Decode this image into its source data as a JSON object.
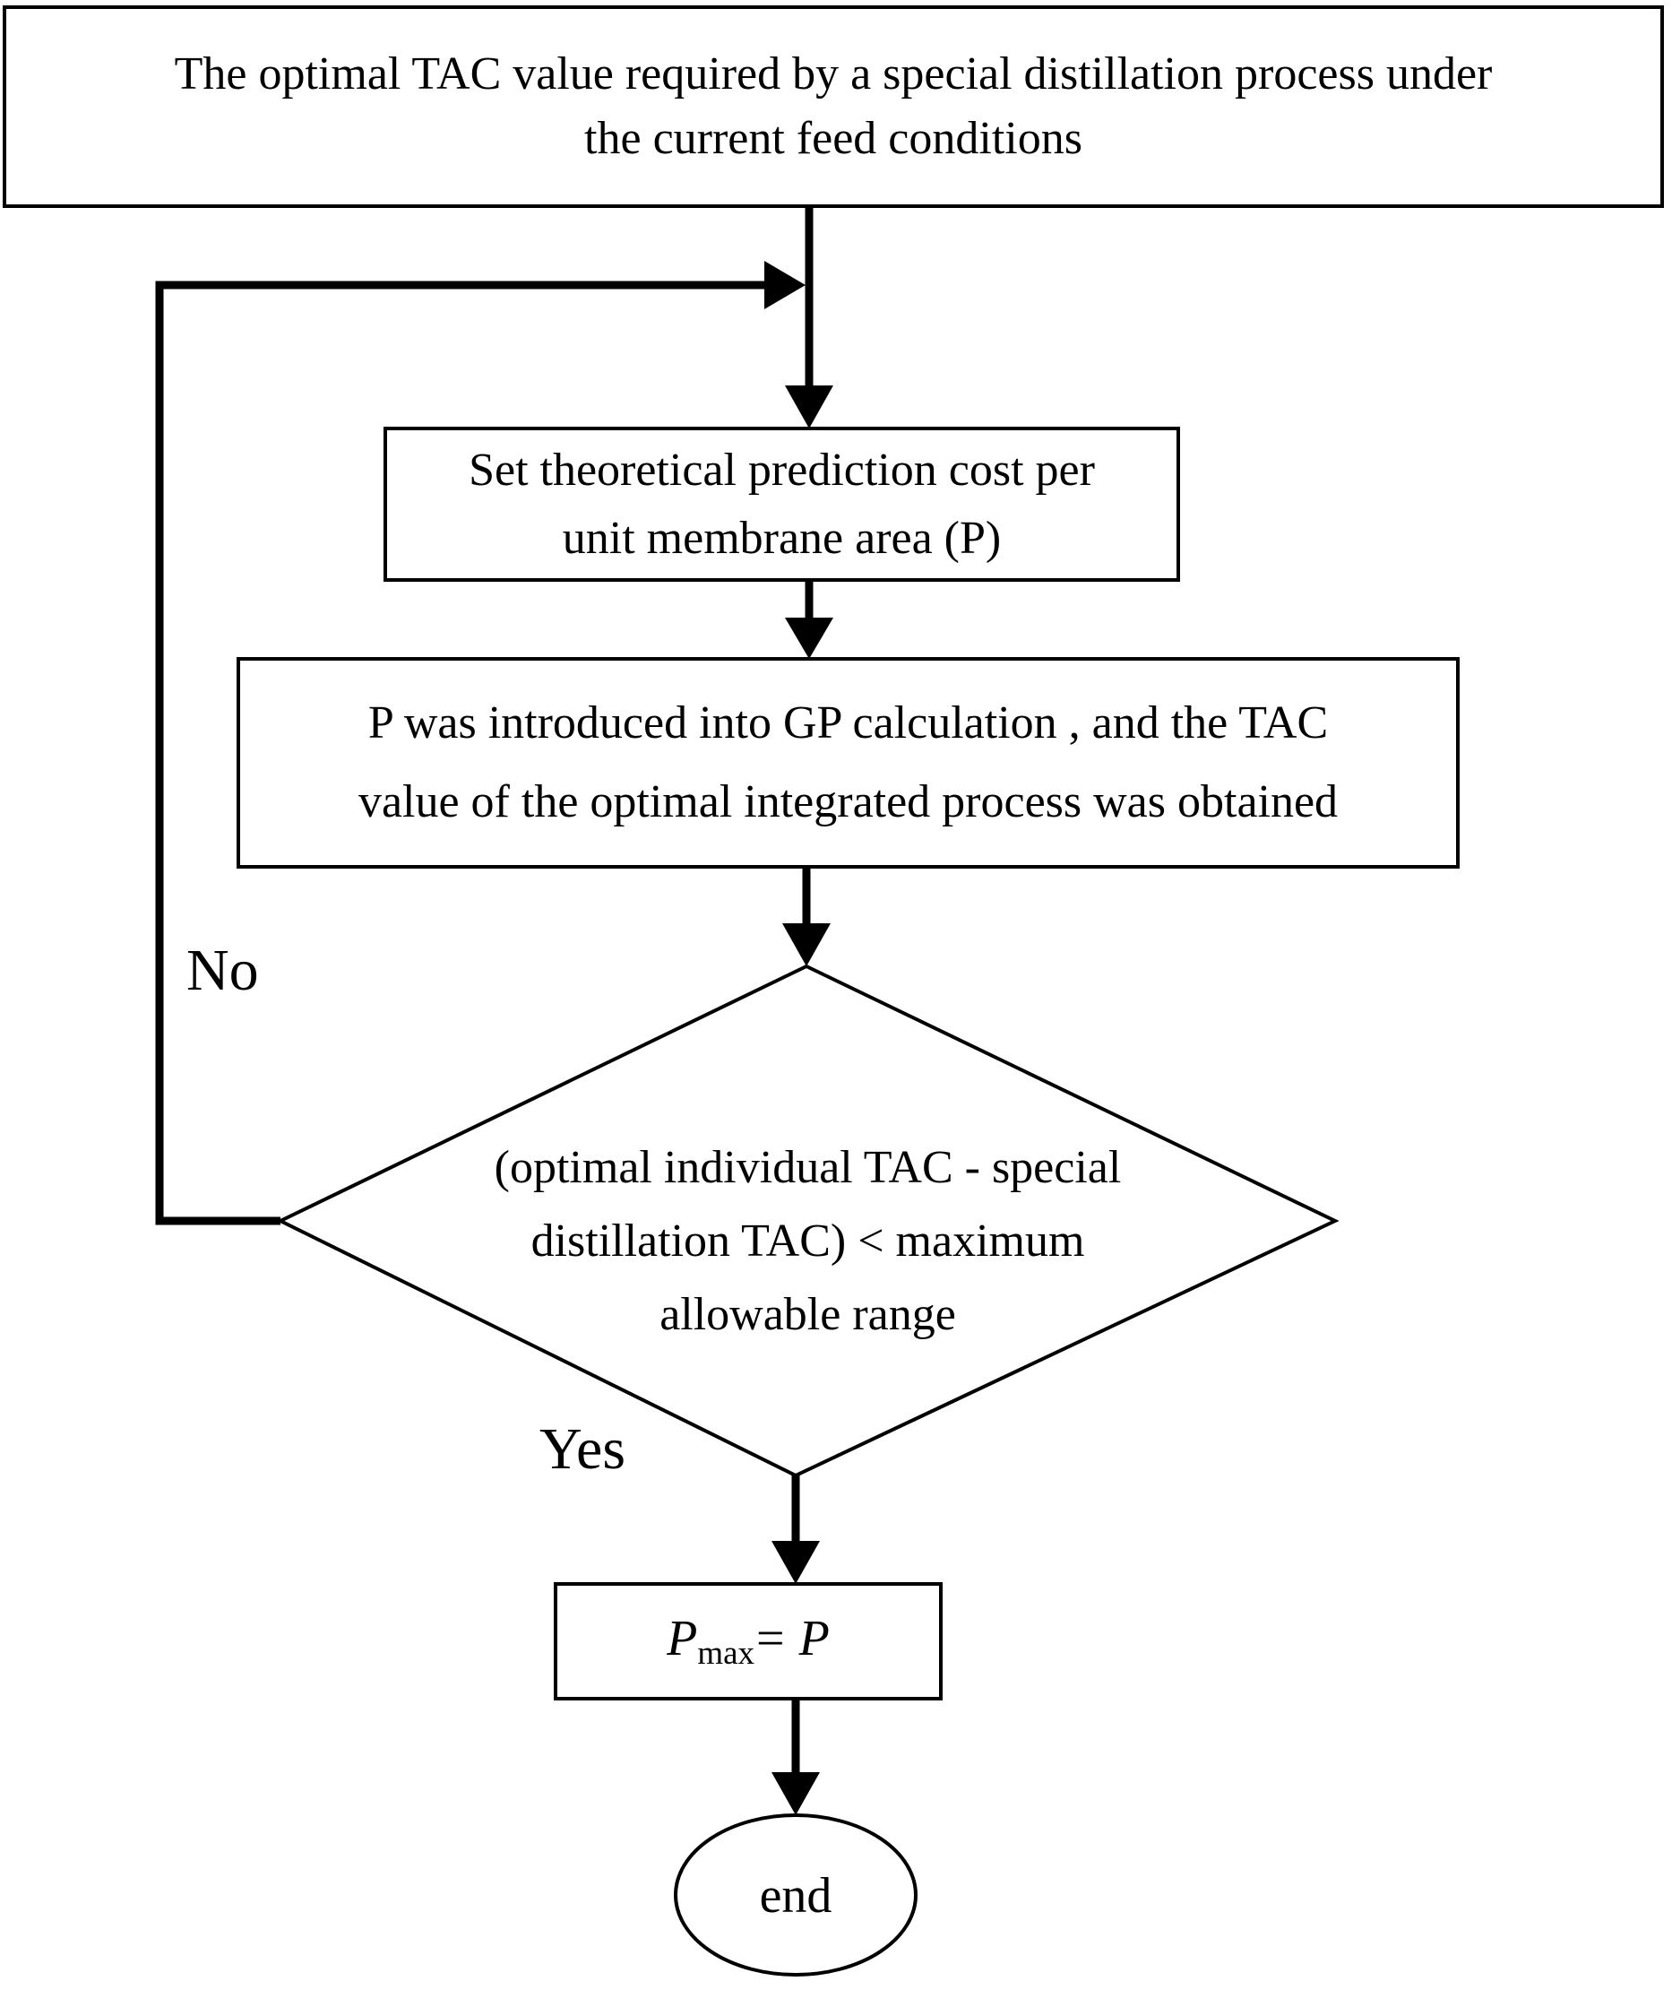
{
  "figure": {
    "type": "flowchart",
    "background_color": "#ffffff",
    "line_color": "#000000"
  },
  "nodes": {
    "start": {
      "shape": "rectangle",
      "lines": [
        "The optimal TAC value required by a special distillation process under",
        "the current feed conditions"
      ]
    },
    "set_cost": {
      "shape": "rectangle",
      "lines": [
        "Set theoretical prediction cost per",
        "unit membrane area (P)"
      ]
    },
    "gp_calculation": {
      "shape": "rectangle",
      "lines": [
        "P was introduced into GP calculation , and the TAC",
        "value of the optimal integrated process was obtained"
      ]
    },
    "decision": {
      "shape": "diamond",
      "lines": [
        "(optimal individual TAC - special",
        "distillation TAC) < maximum",
        "allowable range"
      ]
    },
    "assign": {
      "shape": "rectangle",
      "p": "P",
      "sub": "max",
      "equals": "=",
      "p2": "P"
    },
    "end": {
      "shape": "ellipse",
      "label": "end"
    }
  },
  "edges": {
    "no_label": "No",
    "yes_label": "Yes"
  }
}
